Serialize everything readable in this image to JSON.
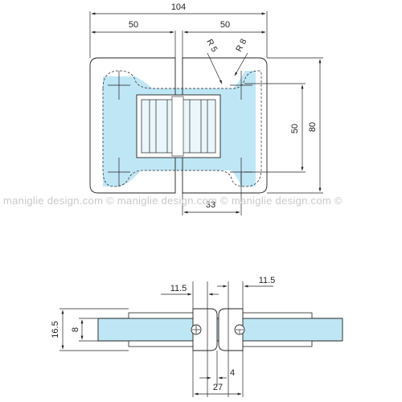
{
  "dimensions_top": {
    "overall_width": "104",
    "left_half": "50",
    "right_half": "50",
    "radius_small": "R 5",
    "radius_large": "R 8",
    "slot_height": "50",
    "overall_height": "80",
    "bottom_offset": "33"
  },
  "dimensions_bottom": {
    "left_gap": "11.5",
    "right_gap": "11.5",
    "total_thickness": "16.5",
    "glass_thickness": "8",
    "pin_gap": "4",
    "hinge_width": "27"
  },
  "watermark": {
    "text": "maniglie design.com © maniglie design.com © maniglie design.com ©"
  },
  "colors": {
    "glass": "#bfe6f5",
    "line": "#222222",
    "watermark": "#c9c9c9"
  }
}
